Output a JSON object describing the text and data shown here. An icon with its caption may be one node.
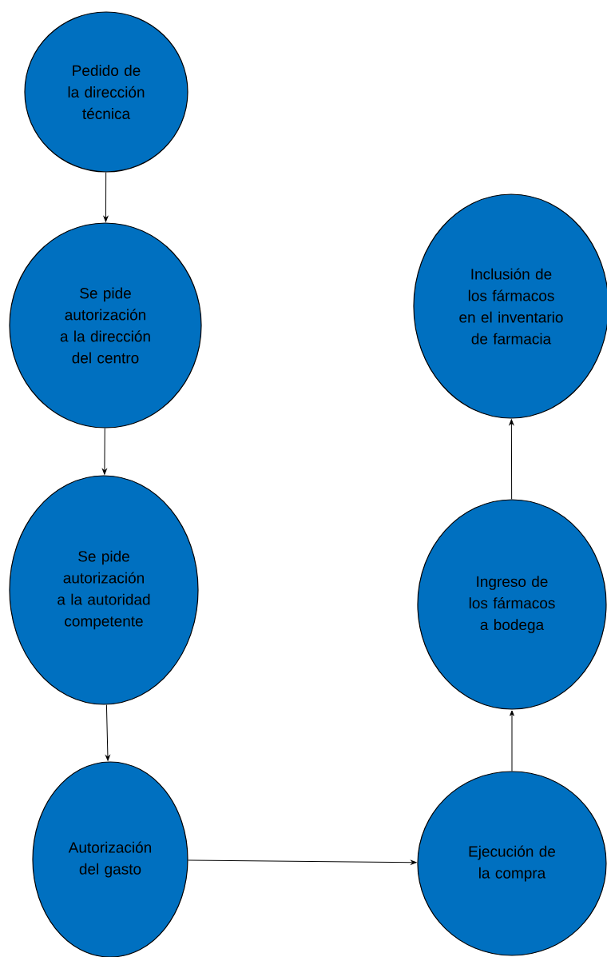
{
  "diagram": {
    "nodes": [
      {
        "text": [
          "Pedido de la dirección técnica"
        ]
      },
      {
        "text": [
          "Se pide autorización a la dirección del centro"
        ]
      },
      {
        "text": [
          "Se pide autorización a la autoridad competente"
        ]
      },
      {
        "text": [
          "Autorización del gasto"
        ]
      },
      {
        "text": [
          "Ejecución de la compra"
        ]
      },
      {
        "text": [
          "Ingreso de los fármacos a bodega"
        ]
      },
      {
        "text": [
          "Inclusión de los fármacos en el inventario de farmacia"
        ]
      }
    ],
    "edges": [
      {
        "from": 0,
        "to": 1,
        "arrow": "to"
      },
      {
        "from": 1,
        "to": 2,
        "arrow": "to"
      },
      {
        "from": 2,
        "to": 3,
        "arrow": "to"
      },
      {
        "from": 3,
        "to": 4,
        "arrow": "to"
      },
      {
        "from": 4,
        "to": 5,
        "arrow": "to"
      },
      {
        "from": 5,
        "to": 6,
        "arrow": "to"
      }
    ]
  }
}
